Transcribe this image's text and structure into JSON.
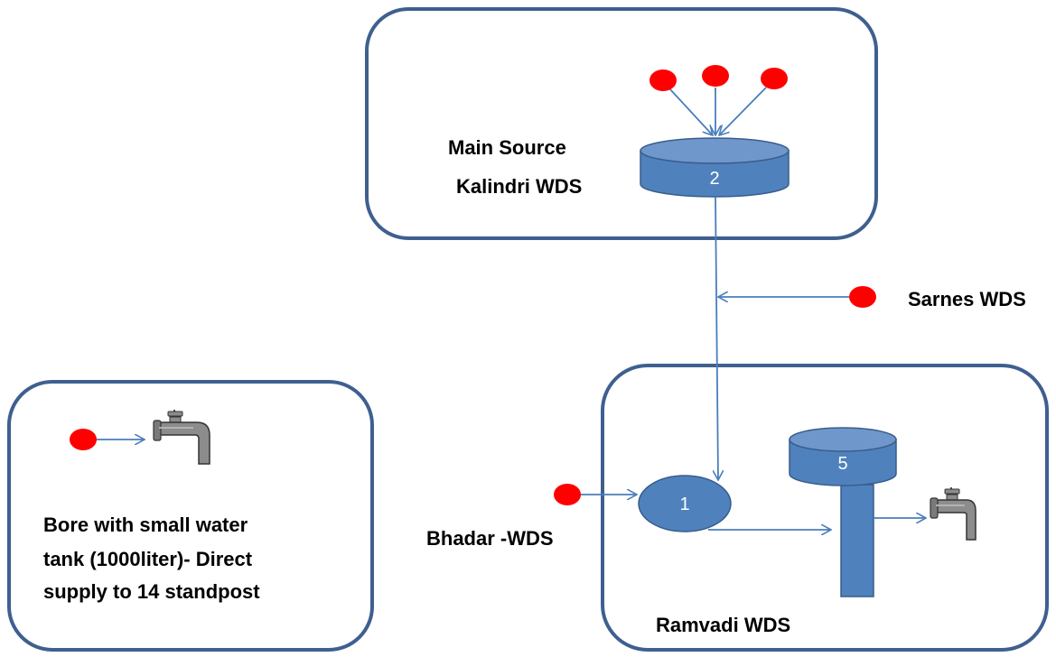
{
  "labels": {
    "main_source_line1": "Main Source",
    "main_source_line2": "Kalindri WDS",
    "sarnes": "Sarnes WDS",
    "bhadar": "Bhadar -WDS",
    "ramvadi": "Ramvadi  WDS",
    "bore_line1": "Bore with small water",
    "bore_line2": "tank (1000liter)- Direct",
    "bore_line3": "supply to 14 standpost"
  },
  "nodes": {
    "tank_main": "2",
    "sump": "1",
    "tank_elevated": "5"
  },
  "colors": {
    "box_border": "#3f5f8f",
    "arrow": "#4a7ebb",
    "tank_fill": "#4f81bd",
    "tank_stroke": "#385d8a",
    "source_dot": "#ff0000",
    "tap": "#808080"
  },
  "icons": [
    "water-source-dot",
    "tap-icon"
  ]
}
